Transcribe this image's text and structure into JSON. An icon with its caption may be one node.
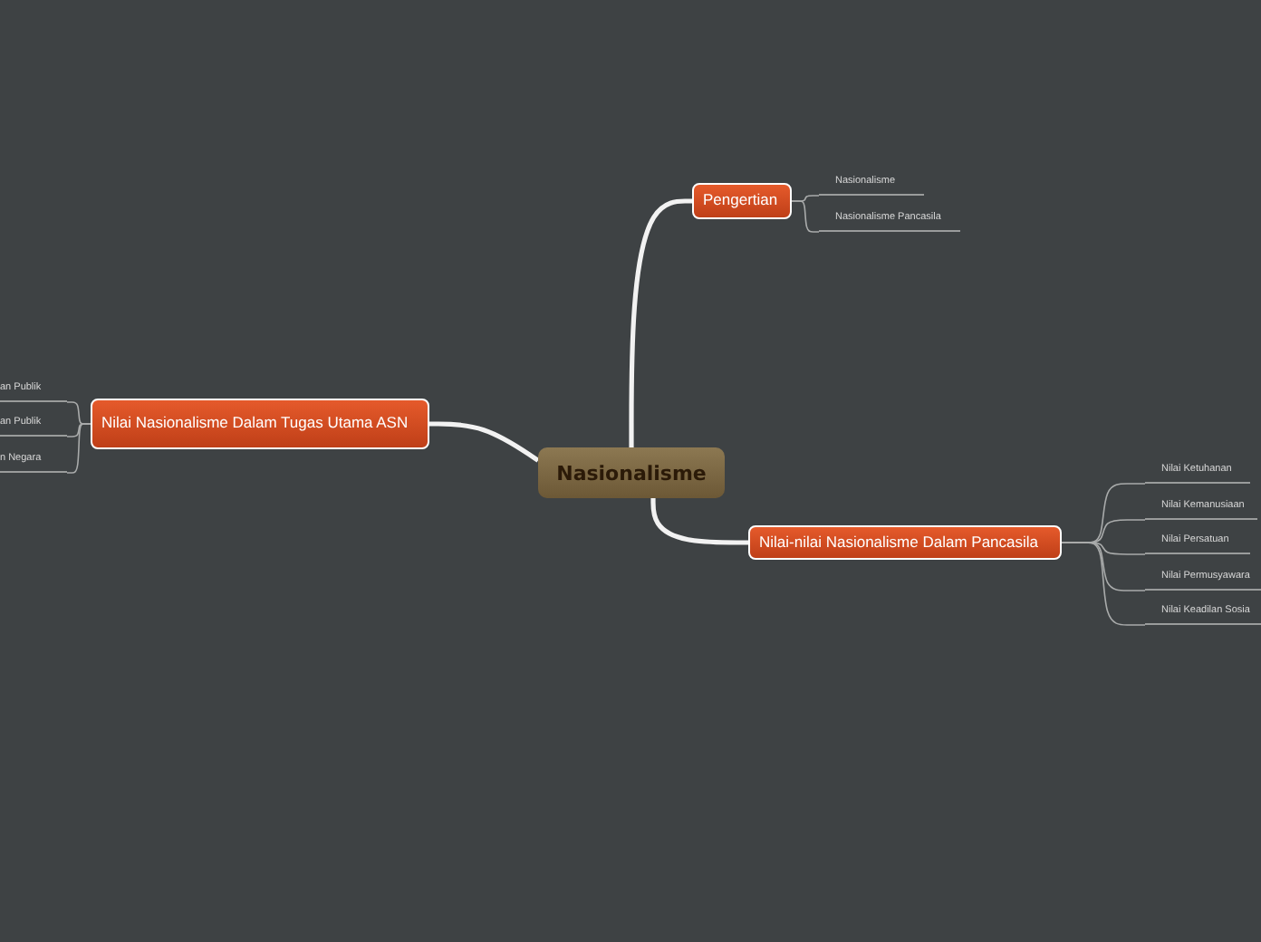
{
  "diagram": {
    "nodes": [
      {
        "text": [
          "Nasionalisme"
        ]
      },
      {
        "text": [
          "Pengertian"
        ]
      },
      {
        "text": [
          "Nasionalisme"
        ]
      },
      {
        "text": [
          "Nasionalisme Pancasila"
        ]
      },
      {
        "text": [
          "Nilai-nilai Nasionalisme Dalam Pancasila"
        ]
      },
      {
        "text": [
          "Nilai Ketuhanan"
        ]
      },
      {
        "text": [
          "Nilai Kemanusiaan"
        ]
      },
      {
        "text": [
          "Nilai Persatuan"
        ]
      },
      {
        "text": [
          "Nilai Permusyawara"
        ]
      },
      {
        "text": [
          "Nilai Keadilan Sosia"
        ]
      },
      {
        "text": [
          "Nilai Nasionalisme Dalam Tugas Utama ASN"
        ]
      },
      {
        "text": [
          "an Publik"
        ]
      },
      {
        "text": [
          "an Publik"
        ]
      },
      {
        "text": [
          "n Negara"
        ]
      }
    ],
    "edges": [
      {
        "from": 0,
        "to": 1,
        "arrow": "none",
        "style": "thick"
      },
      {
        "from": 1,
        "to": 2,
        "arrow": "none"
      },
      {
        "from": 1,
        "to": 3,
        "arrow": "none"
      },
      {
        "from": 0,
        "to": 4,
        "arrow": "none",
        "style": "thick"
      },
      {
        "from": 4,
        "to": 5,
        "arrow": "none"
      },
      {
        "from": 4,
        "to": 6,
        "arrow": "none"
      },
      {
        "from": 4,
        "to": 7,
        "arrow": "none"
      },
      {
        "from": 4,
        "to": 8,
        "arrow": "none"
      },
      {
        "from": 4,
        "to": 9,
        "arrow": "none"
      },
      {
        "from": 0,
        "to": 10,
        "arrow": "none",
        "style": "thick"
      },
      {
        "from": 10,
        "to": 11,
        "arrow": "none"
      },
      {
        "from": 10,
        "to": 12,
        "arrow": "none"
      },
      {
        "from": 10,
        "to": 13,
        "arrow": "none"
      }
    ]
  }
}
